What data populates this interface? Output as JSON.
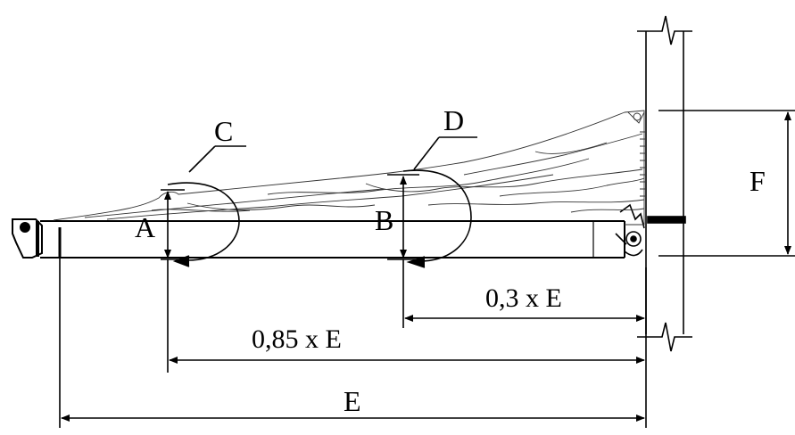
{
  "labels": {
    "a": "A",
    "b": "B",
    "c": "C",
    "d": "D",
    "e": "E",
    "f": "F",
    "dim_03e": "0,3 x E",
    "dim_085e": "0,85 x E"
  }
}
